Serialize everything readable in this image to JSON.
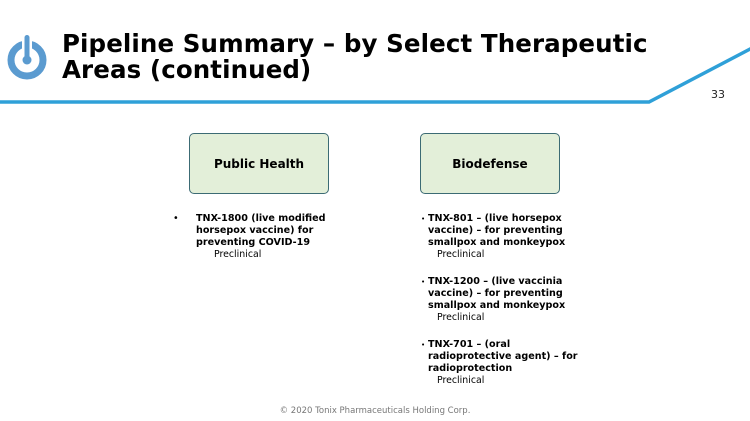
{
  "header": {
    "title_line1": "Pipeline Summary – by Select Therapeutic",
    "title_line2": "Areas (continued)",
    "page_number": "33",
    "accent_color": "#2fa0d8"
  },
  "columns": [
    {
      "heading": "Public Health",
      "items": [
        {
          "name": "TNX-1800 (live modified horsepox vaccine) for preventing COVID-19",
          "stage": "Preclinical"
        }
      ]
    },
    {
      "heading": "Biodefense",
      "items": [
        {
          "name": "TNX-801 – (live horsepox vaccine) – for preventing smallpox and monkeypox",
          "stage": "Preclinical"
        },
        {
          "name": "TNX-1200 – (live vaccinia vaccine) – for preventing smallpox and monkeypox",
          "stage": "Preclinical"
        },
        {
          "name": "TNX-701 – (oral radioprotective agent) – for radioprotection",
          "stage": "Preclinical"
        }
      ]
    }
  ],
  "footer": {
    "text": "© 2020 Tonix Pharmaceuticals Holding Corp."
  },
  "bullet": "•"
}
